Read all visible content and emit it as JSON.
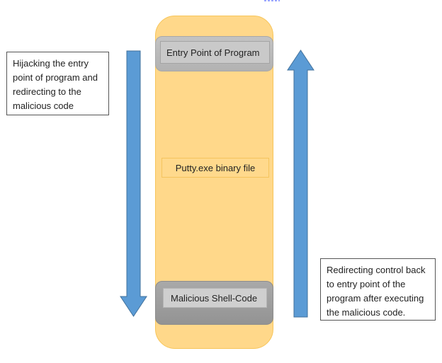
{
  "diagram": {
    "container_label": "Putty.exe binary file",
    "top_block": {
      "label": "Entry Point of Program"
    },
    "bottom_block": {
      "label": "Malicious Shell-Code"
    },
    "notes": {
      "left": "Hijacking the entry point of program and redirecting to the malicious code",
      "right": "Redirecting control back to entry point of the program after executing the malicious code."
    },
    "arrows": [
      {
        "direction": "down",
        "meaning": "hijack-to-shellcode"
      },
      {
        "direction": "up",
        "meaning": "return-to-entry-point"
      }
    ],
    "colors": {
      "container_fill": "#ffd88a",
      "container_border": "#f7c55a",
      "arrow_fill": "#5b9bd5",
      "arrow_stroke": "#41719c",
      "block_gray": "#b8b8b8"
    }
  }
}
